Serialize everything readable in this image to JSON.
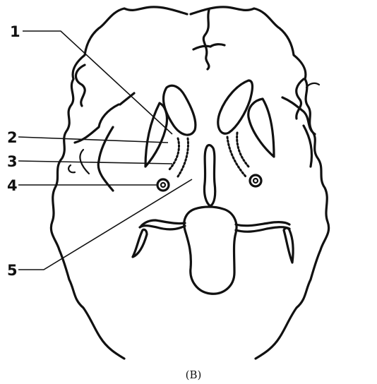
{
  "figure": {
    "caption": "(B)",
    "labels": [
      "1",
      "2",
      "3",
      "4",
      "5"
    ]
  }
}
